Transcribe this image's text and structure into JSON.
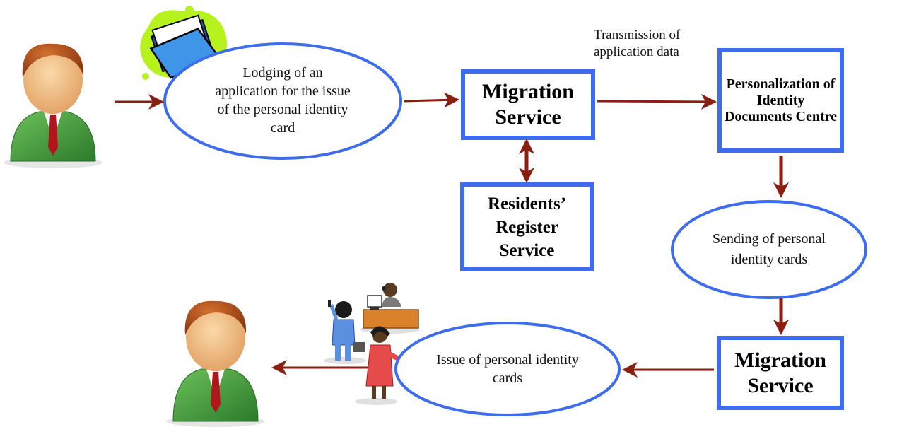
{
  "colors": {
    "box_border": "#3d6cf0",
    "ellipse_border": "#3d6cf0",
    "arrow": "#8a1e10",
    "person_suit": "#3f9c3a",
    "person_skin": "#f2c28c",
    "person_hair": "#a24a1a",
    "tie": "#b0161b",
    "folder_blob": "#b6f21e",
    "folder_blue": "#3f96e8"
  },
  "icons": {
    "applicant": "person-icon",
    "recipient": "person-icon",
    "folder": "folder-icon",
    "office_workers": "office-workers-clipart"
  },
  "nodes": {
    "lodging": "Lodging of an application for the issue of the personal identity card",
    "migration_service_top": "Migration Service",
    "transmission_label": "Transmission of application data",
    "personalization_centre": "Personalization of Identity Documents Centre",
    "residents_register": "Residents’ Register Service",
    "sending_cards": "Sending of personal identity cards",
    "migration_service_bottom": "Migration Service",
    "issue_cards": "Issue of personal identity cards"
  }
}
